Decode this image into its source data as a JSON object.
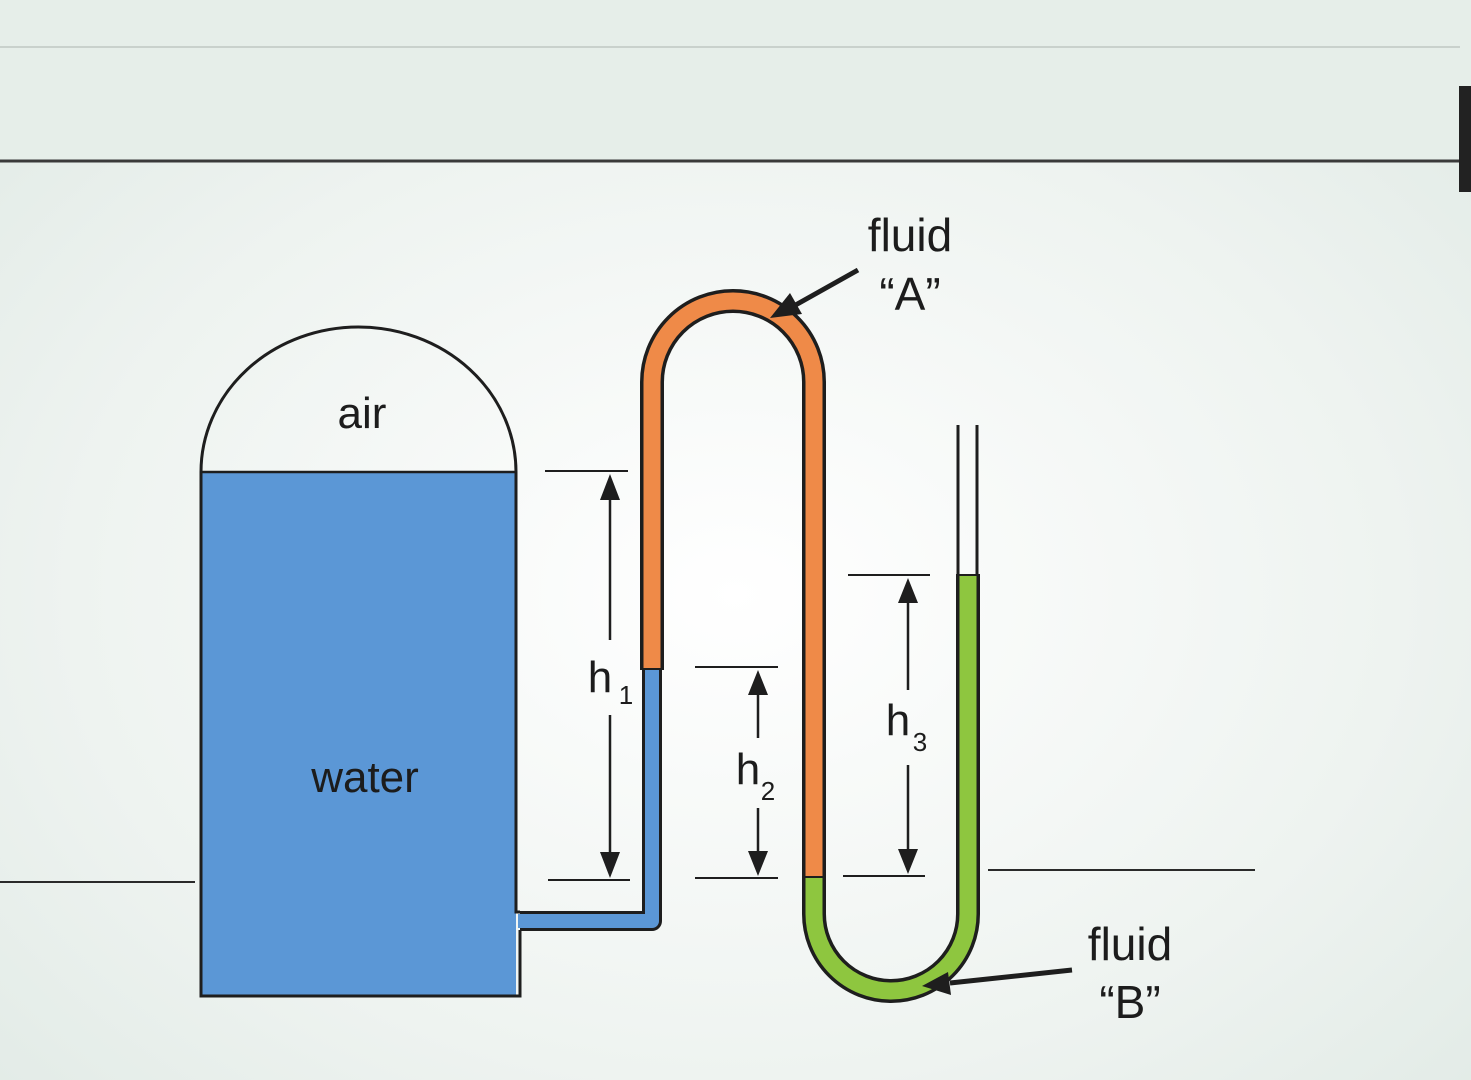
{
  "labels": {
    "air": "air",
    "water": "water",
    "fluid_a_line1": "fluid",
    "fluid_a_line2": "“A”",
    "fluid_b_line1": "fluid",
    "fluid_b_line2": "“B”",
    "h1": "h",
    "h1_sub": "1",
    "h2": "h",
    "h2_sub": "2",
    "h3": "h",
    "h3_sub": "3"
  },
  "colors": {
    "water": "#5b97d6",
    "fluid_a": "#ef8a48",
    "fluid_b": "#8ec63f",
    "outline": "#1e1e1e"
  }
}
